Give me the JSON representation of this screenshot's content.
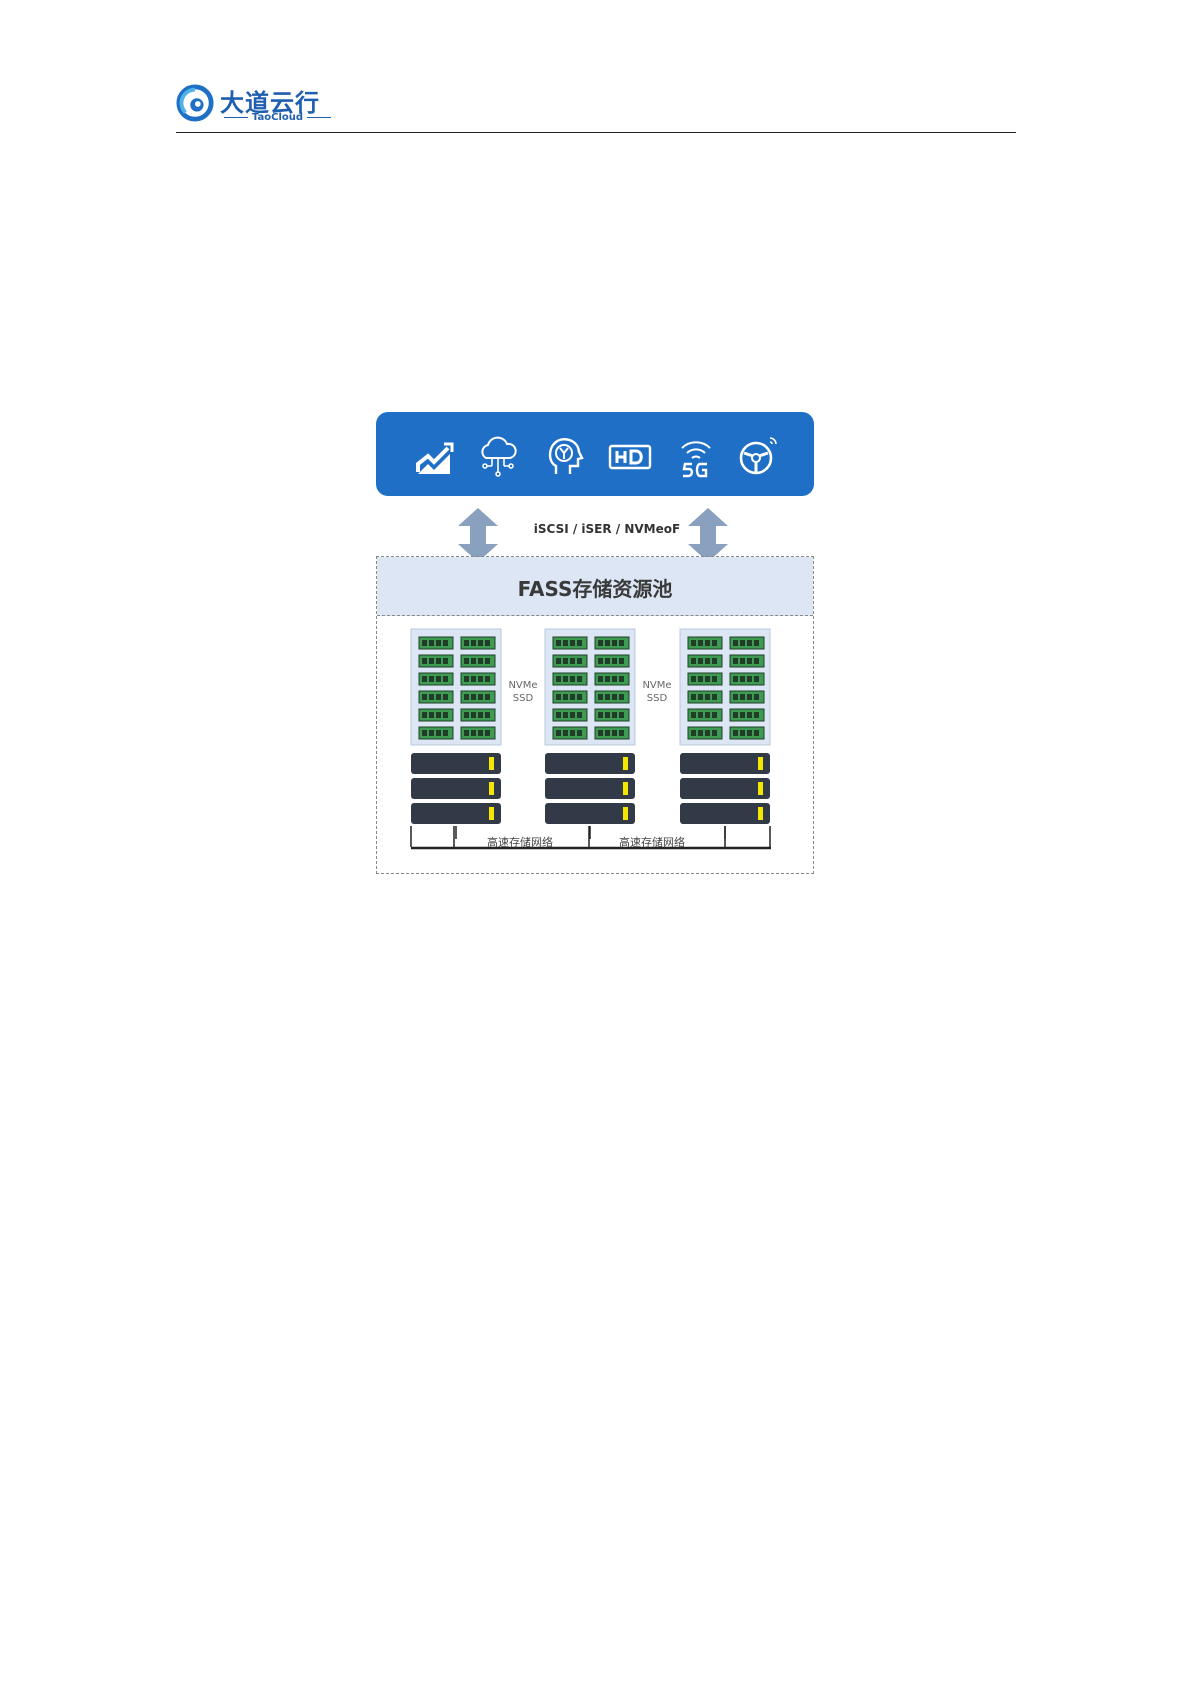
{
  "header": {
    "logo_cn": "大道云行",
    "logo_en": "TaoCloud"
  },
  "diagram": {
    "app_icons": [
      "trend-chart-icon",
      "cloud-network-icon",
      "ai-head-icon",
      "hd-icon",
      "5g-signal-icon",
      "steering-wheel-icon"
    ],
    "protocol_label": "iSCSI / iSER / NVMeoF",
    "pool_title": "FASS存储资源池",
    "nvme_labels": [
      {
        "line1": "NVMe",
        "line2": "SSD"
      },
      {
        "line1": "NVMe",
        "line2": "SSD"
      }
    ],
    "network_labels": [
      "高速存储网络",
      "高速存储网络"
    ],
    "colors": {
      "app_bar": "#1f6fc6",
      "pool_header": "#dce6f4",
      "server": "#323a48",
      "server_led": "#f4e600",
      "ssd_module": "#3f9b52",
      "arrow": "#8aa0bf"
    }
  }
}
